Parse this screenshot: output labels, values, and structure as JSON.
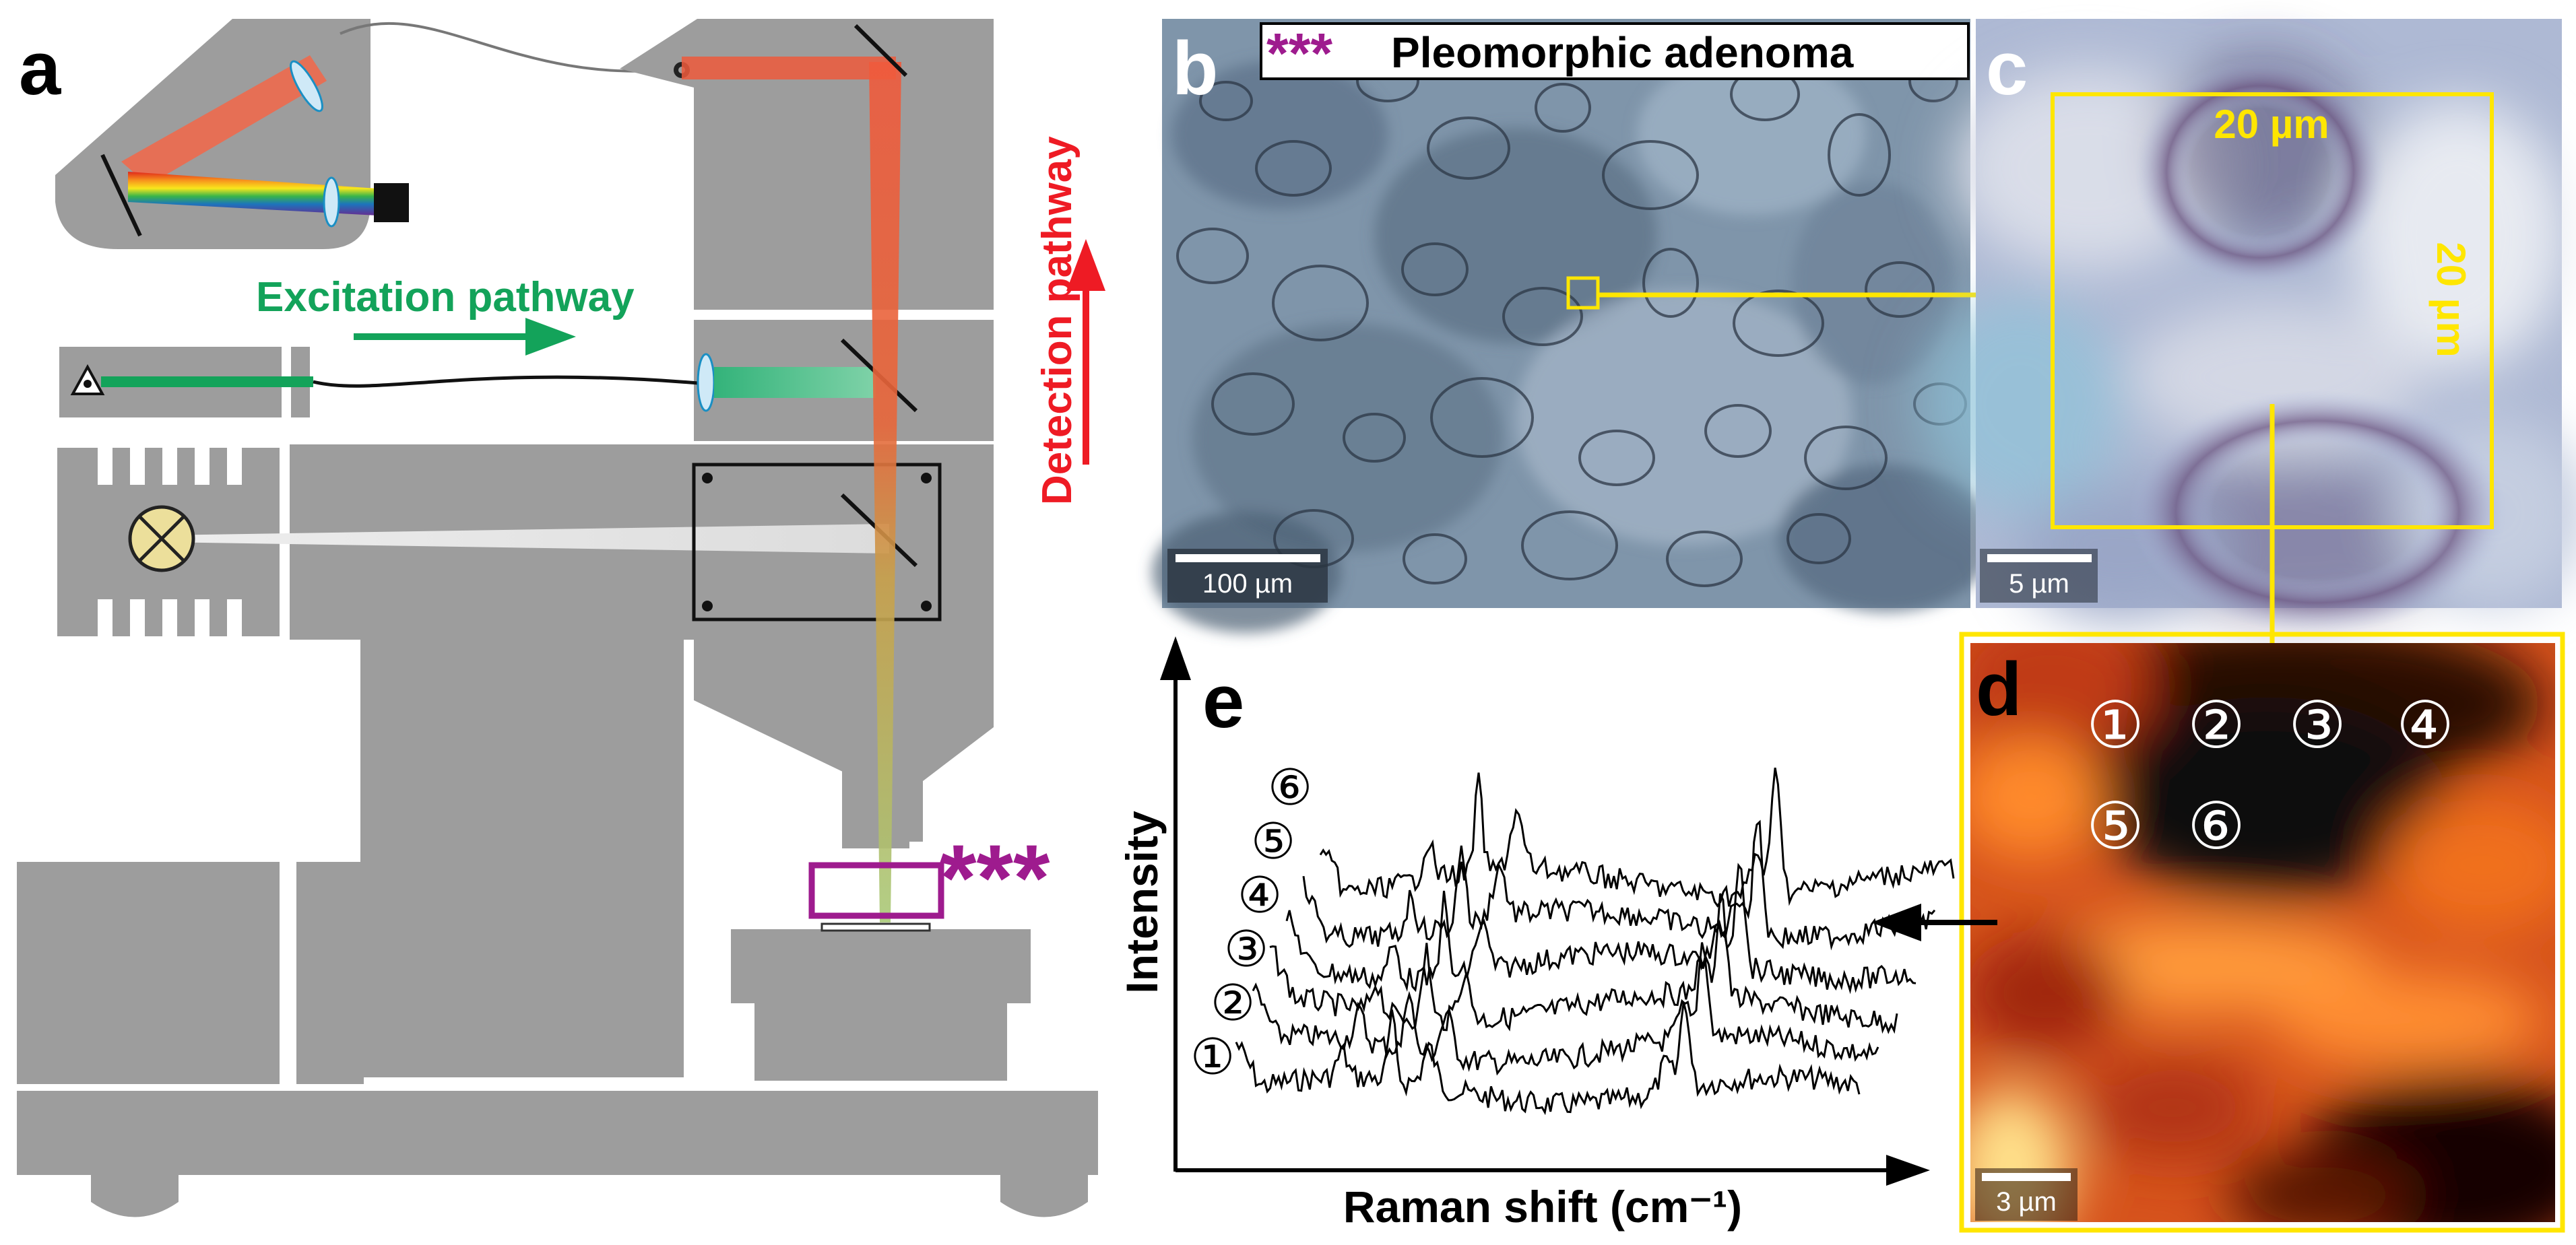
{
  "panels": {
    "a": "a",
    "b": "b",
    "c": "c",
    "d": "d",
    "e": "e"
  },
  "setup": {
    "excitation_label": "Excitation pathway",
    "detection_label": "Detection pathway",
    "sample_marker": "***",
    "excitation_color": "#13a35a",
    "detection_color": "#ee1b24",
    "marker_color": "#9e1b8e",
    "instrument_color": "#9d9d9d"
  },
  "micrograph": {
    "title_marker": "***",
    "title": "Pleomorphic adenoma",
    "scale_bar": "100 µm"
  },
  "zoom": {
    "width_label": "20 µm",
    "height_label": "20 µm",
    "scale_bar": "5 µm",
    "highlight_color": "#ffe600"
  },
  "raman_map": {
    "scale_bar": "3 µm",
    "points": [
      "①",
      "②",
      "③",
      "④",
      "⑤",
      "⑥"
    ]
  },
  "spectra": {
    "xlabel": "Raman shift (cm⁻¹)",
    "ylabel": "Intensity",
    "series_labels": [
      "①",
      "②",
      "③",
      "④",
      "⑤",
      "⑥"
    ]
  }
}
